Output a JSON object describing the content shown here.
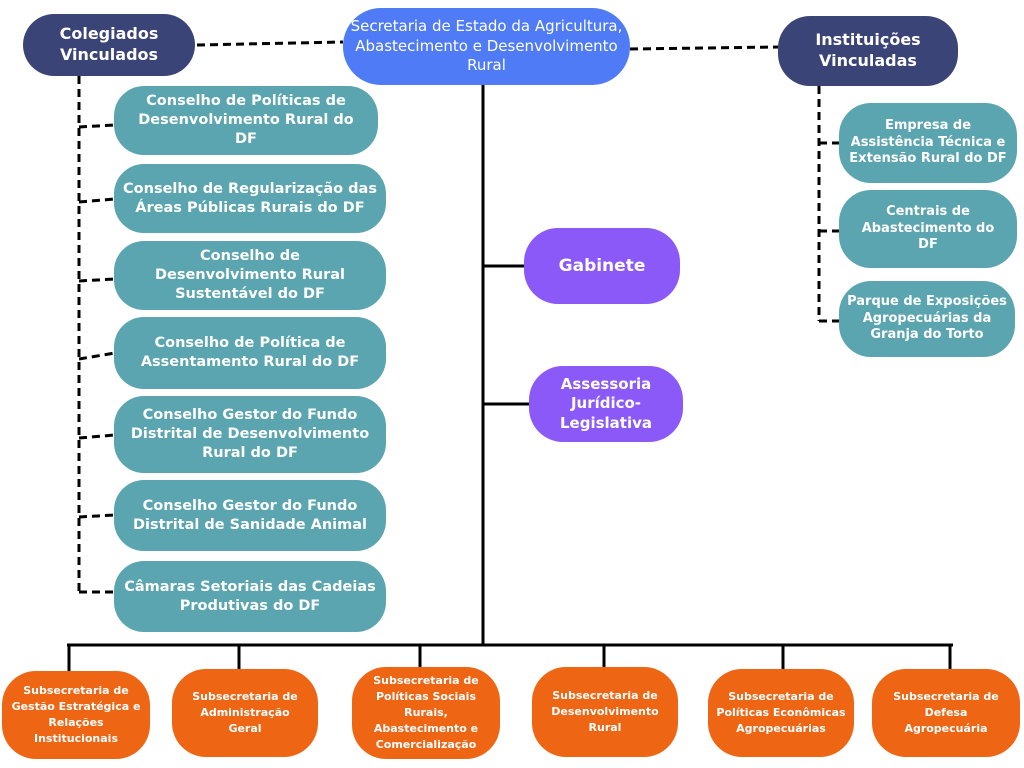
{
  "secretaria": {
    "label": "Secretaria de Estado da Agricultura, Abastecimento e Desenvolvimento Rural"
  },
  "colegiados": {
    "label": "Colegiados Vinculados",
    "items": [
      "Conselho de Políticas de Desenvolvimento Rural do DF",
      "Conselho de Regularização das Áreas Públicas Rurais do DF",
      "Conselho de Desenvolvimento Rural Sustentável do DF",
      "Conselho de Política de Assentamento Rural do DF",
      "Conselho Gestor do Fundo Distrital de Desenvolvimento Rural do DF",
      "Conselho Gestor do Fundo Distrital de Sanidade Animal",
      "Câmaras Setoriais das Cadeias Produtivas do DF"
    ]
  },
  "instituicoes": {
    "label": "Instituições Vinculadas",
    "items": [
      "Empresa de Assistência Técnica e Extensão Rural do DF",
      "Centrais de Abastecimento do DF",
      "Parque de Exposições Agropecuárias da Granja do Torto"
    ]
  },
  "gabinete": {
    "label": "Gabinete"
  },
  "assessoria": {
    "label": "Assessoria Jurídico-Legislativa"
  },
  "subsecretarias": [
    "Subsecretaria de Gestão Estratégica e Relações Institucionais",
    "Subsecretaria de Administração Geral",
    "Subsecretaria de Políticas Sociais Rurais, Abastecimento e Comercialização",
    "Subsecretaria de Desenvolvimento Rural",
    "Subsecretaria de Políticas Econômicas Agropecuárias",
    "Subsecretaria de Defesa Agropecuária"
  ],
  "colors": {
    "main": "#4F7CF6",
    "navy": "#3A4476",
    "teal": "#5AA5AF",
    "purple": "#8B59F8",
    "orange": "#EE6513",
    "line": "#000000"
  }
}
